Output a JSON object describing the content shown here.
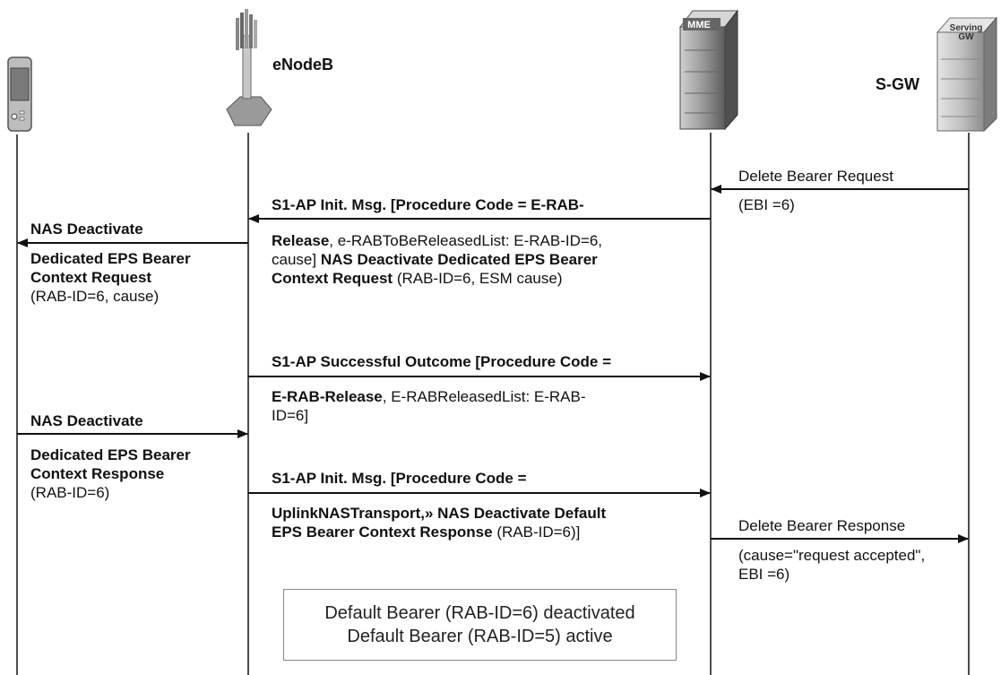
{
  "nodes": {
    "ue": {
      "label": ""
    },
    "enodeb": {
      "label": "eNodeB"
    },
    "mme": {
      "label": "",
      "badge": "MME"
    },
    "sgw": {
      "label": "S-GW",
      "badge_line1": "Serving",
      "badge_line2": "GW"
    }
  },
  "messages": {
    "delete_bearer_request": {
      "name": "Delete Bearer Request",
      "params": "(EBI =6)"
    },
    "s1ap_release": {
      "line1_bold": "S1-AP Init. Msg. [Procedure Code = E-RAB-",
      "line2_bold": "Release",
      "line2_rest": ", e-RABToBeReleasedList: E-RAB-ID=6,",
      "line3_rest": "cause]",
      "line3_bold": "NAS Deactivate Dedicated EPS Bearer",
      "line4_bold": "Context Request",
      "line4_rest": "(RAB-ID=6, ESM cause)"
    },
    "nas_deact_request": {
      "line1": "NAS Deactivate",
      "line2": "Dedicated  EPS Bearer",
      "line3": "Context Request",
      "line4": "(RAB-ID=6, cause)"
    },
    "s1ap_success": {
      "line1_bold": "S1-AP Successful Outcome [Procedure Code =",
      "line2_bold": "E-RAB-Release",
      "line2_rest": ", E-RABReleasedList: E-RAB-",
      "line3": "ID=6]"
    },
    "nas_deact_response": {
      "line1": "NAS Deactivate",
      "line2": "Dedicated  EPS Bearer",
      "line3": "Context Response",
      "line4": "(RAB-ID=6)"
    },
    "s1ap_uplink": {
      "line1_bold": "S1-AP Init. Msg. [Procedure Code =",
      "line2_bold": "UplinkNASTransport,» NAS Deactivate Default",
      "line3_bold": "EPS Bearer Context Response",
      "line3_rest": "(RAB-ID=6)]"
    },
    "delete_bearer_response": {
      "name": "Delete Bearer Response",
      "params1": "(cause=\"request accepted\",",
      "params2": "EBI =6)"
    }
  },
  "status_box": {
    "line1": "Default Bearer (RAB-ID=6) deactivated",
    "line2": "Default Bearer (RAB-ID=5) active"
  }
}
